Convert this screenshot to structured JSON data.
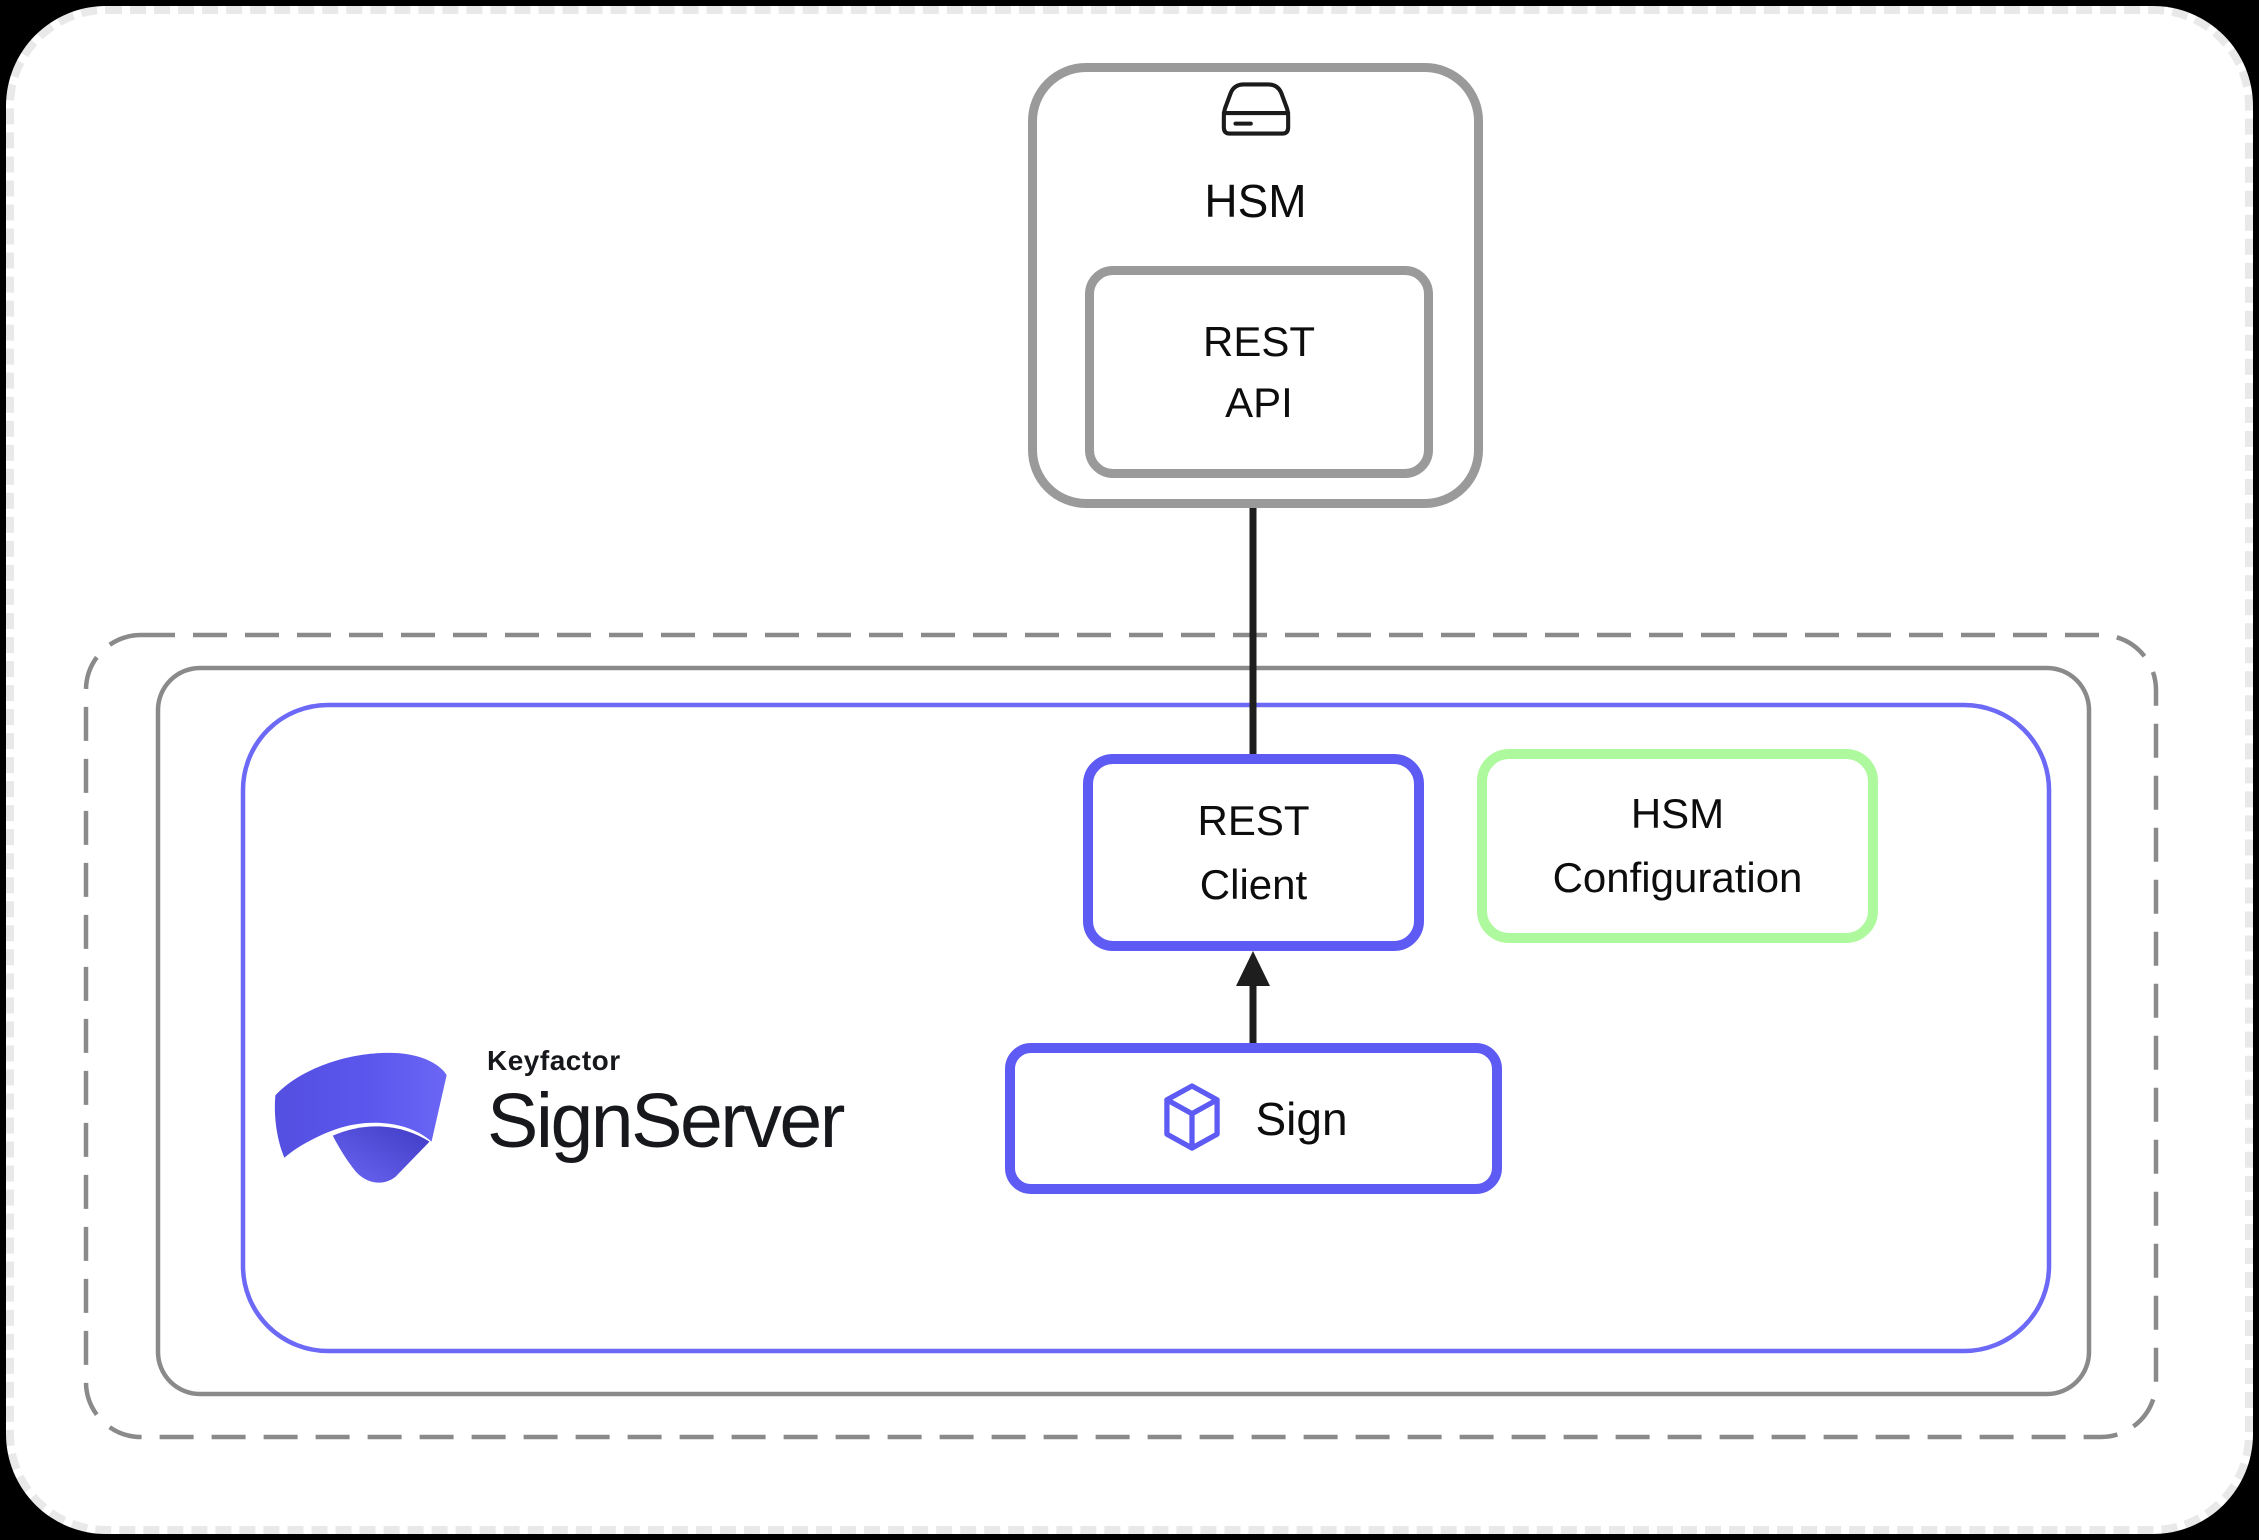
{
  "page": {
    "background": "#000000",
    "canvas_background": "#ffffff",
    "canvas_border_color": "#e9e9e9"
  },
  "hsm": {
    "label": "HSM",
    "icon": "drive-icon",
    "border_color": "#9a9a9a",
    "rest_api": {
      "line1": "REST",
      "line2": "API"
    }
  },
  "signserver": {
    "logo": {
      "company": "Keyfactor",
      "product": "SignServer",
      "mark": "keyfactor-ribbon-icon",
      "mark_color": "#5b57ee",
      "text_color": "#17181c"
    },
    "rest_client": {
      "line1": "REST",
      "line2": "Client",
      "border_color": "#5d5bf3"
    },
    "hsm_configuration": {
      "line1": "HSM",
      "line2": "Configuration",
      "border_color": "#aef99e"
    },
    "sign": {
      "label": "Sign",
      "icon": "cube-icon",
      "border_color": "#5d5bf3"
    }
  },
  "containers": {
    "outer_dashed_border_color": "#8a8a8a",
    "host_border_color": "#8a8a8a",
    "app_border_color": "#6b69f6"
  },
  "arrows": {
    "color": "#1e1e1e",
    "connections": [
      {
        "from": "sign",
        "to": "rest-client"
      },
      {
        "from": "rest-client",
        "to": "rest-api"
      }
    ]
  }
}
